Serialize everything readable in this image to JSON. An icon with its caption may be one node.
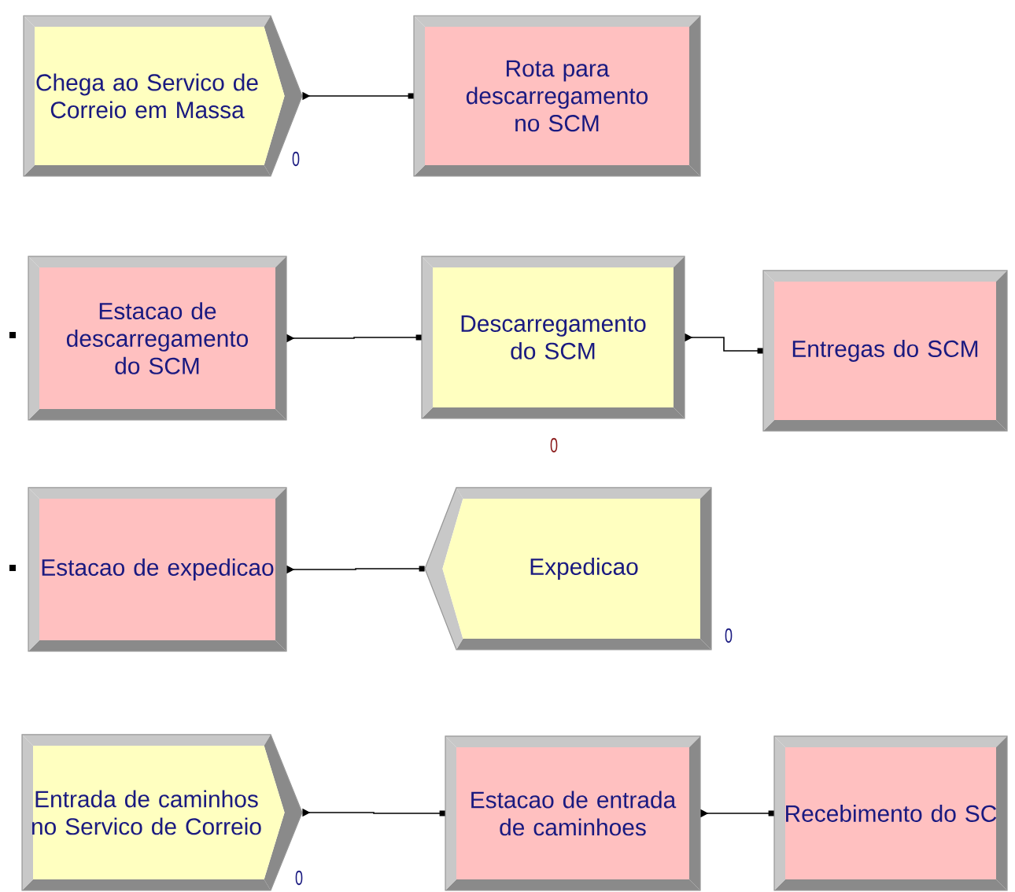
{
  "diagram": {
    "nodes": [
      {
        "text": [
          "Chega ao Servico de Correio em Massa"
        ],
        "beside": [
          "0"
        ]
      },
      {
        "text": [
          "Rota para descarregamento no SCM"
        ]
      },
      {
        "text": [
          "Estacao de descarregamento do SCM"
        ]
      },
      {
        "text": [
          "Descarregamento do SCM"
        ],
        "beside": [
          "0"
        ]
      },
      {
        "text": [
          "Entregas do SCM"
        ]
      },
      {
        "text": [
          "Estacao de expedicao"
        ]
      },
      {
        "text": [
          "Expedicao"
        ],
        "beside": [
          "0"
        ]
      },
      {
        "text": [
          "Entrada de caminhos no Servico de Correio"
        ],
        "beside": [
          "0"
        ]
      },
      {
        "text": [
          "Estacao de entrada de caminhoes"
        ]
      },
      {
        "text": [
          "Recebimento do SC"
        ]
      }
    ],
    "edges": [
      {
        "from": 0,
        "to": 1,
        "arrow": "to"
      },
      {
        "from": 2,
        "to": 3,
        "arrow": "to"
      },
      {
        "from": 3,
        "to": 4,
        "arrow": "to"
      },
      {
        "from": 5,
        "to": 6,
        "arrow": "to"
      },
      {
        "from": 7,
        "to": 8,
        "arrow": "to"
      },
      {
        "from": 8,
        "to": 9,
        "arrow": "to"
      }
    ]
  }
}
